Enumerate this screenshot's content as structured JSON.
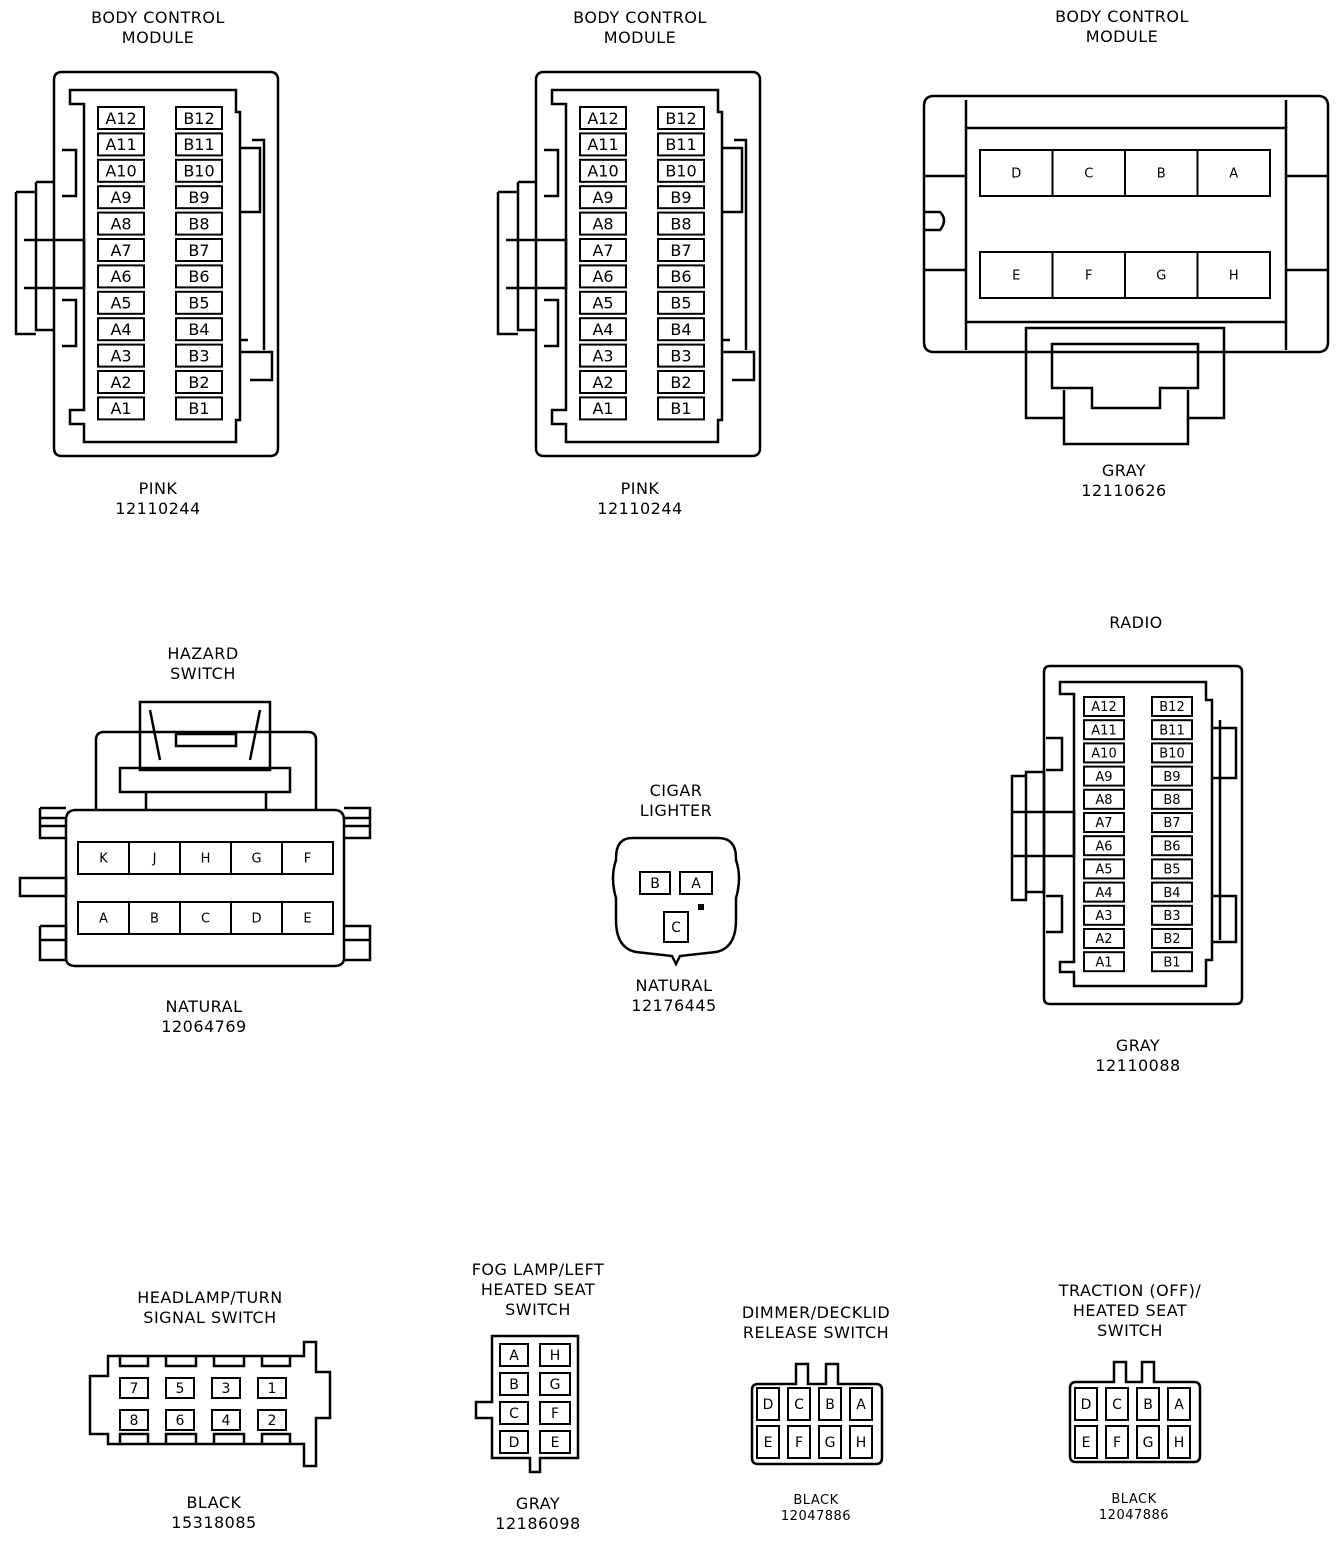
{
  "connectors": [
    {
      "id": "bcm1",
      "title": [
        "BODY CONTROL",
        "MODULE"
      ],
      "color": "PINK",
      "part": "12110244",
      "pins_a": [
        "A12",
        "A11",
        "A10",
        "A9",
        "A8",
        "A7",
        "A6",
        "A5",
        "A4",
        "A3",
        "A2",
        "A1"
      ],
      "pins_b": [
        "B12",
        "B11",
        "B10",
        "B9",
        "B8",
        "B7",
        "B6",
        "B5",
        "B4",
        "B3",
        "B2",
        "B1"
      ]
    },
    {
      "id": "bcm2",
      "title": [
        "BODY CONTROL",
        "MODULE"
      ],
      "color": "PINK",
      "part": "12110244",
      "pins_a": [
        "A12",
        "A11",
        "A10",
        "A9",
        "A8",
        "A7",
        "A6",
        "A5",
        "A4",
        "A3",
        "A2",
        "A1"
      ],
      "pins_b": [
        "B12",
        "B11",
        "B10",
        "B9",
        "B8",
        "B7",
        "B6",
        "B5",
        "B4",
        "B3",
        "B2",
        "B1"
      ]
    },
    {
      "id": "bcm3",
      "title": [
        "BODY CONTROL",
        "MODULE"
      ],
      "color": "GRAY",
      "part": "12110626",
      "row_top": [
        "D",
        "C",
        "B",
        "A"
      ],
      "row_bottom": [
        "E",
        "F",
        "G",
        "H"
      ]
    },
    {
      "id": "hazard",
      "title": [
        "HAZARD",
        "SWITCH"
      ],
      "color": "NATURAL",
      "part": "12064769",
      "row_top": [
        "K",
        "J",
        "H",
        "G",
        "F"
      ],
      "row_bottom": [
        "A",
        "B",
        "C",
        "D",
        "E"
      ]
    },
    {
      "id": "cigar",
      "title": [
        "CIGAR",
        "LIGHTER"
      ],
      "color": "NATURAL",
      "part": "12176445",
      "pins": [
        "B",
        "A",
        "C"
      ]
    },
    {
      "id": "radio",
      "title": [
        "RADIO"
      ],
      "color": "GRAY",
      "part": "12110088",
      "pins_a": [
        "A12",
        "A11",
        "A10",
        "A9",
        "A8",
        "A7",
        "A6",
        "A5",
        "A4",
        "A3",
        "A2",
        "A1"
      ],
      "pins_b": [
        "B12",
        "B11",
        "B10",
        "B9",
        "B8",
        "B7",
        "B6",
        "B5",
        "B4",
        "B3",
        "B2",
        "B1"
      ]
    },
    {
      "id": "headlamp",
      "title": [
        "HEADLAMP/TURN",
        "SIGNAL SWITCH"
      ],
      "color": "BLACK",
      "part": "15318085",
      "row_top": [
        "7",
        "5",
        "3",
        "1"
      ],
      "row_bottom": [
        "8",
        "6",
        "4",
        "2"
      ]
    },
    {
      "id": "foglamp",
      "title": [
        "FOG LAMP/LEFT",
        "HEATED SEAT",
        "SWITCH"
      ],
      "color": "GRAY",
      "part": "12186098",
      "col_left": [
        "A",
        "B",
        "C",
        "D"
      ],
      "col_right": [
        "H",
        "G",
        "F",
        "E"
      ]
    },
    {
      "id": "dimmer",
      "title": [
        "DIMMER/DECKLID",
        "RELEASE SWITCH"
      ],
      "color": "BLACK",
      "part": "12047886",
      "row_top": [
        "D",
        "C",
        "B",
        "A"
      ],
      "row_bottom": [
        "E",
        "F",
        "G",
        "H"
      ]
    },
    {
      "id": "traction",
      "title": [
        "TRACTION (OFF)/",
        "HEATED SEAT",
        "SWITCH"
      ],
      "color": "BLACK",
      "part": "12047886",
      "row_top": [
        "D",
        "C",
        "B",
        "A"
      ],
      "row_bottom": [
        "E",
        "F",
        "G",
        "H"
      ]
    }
  ]
}
